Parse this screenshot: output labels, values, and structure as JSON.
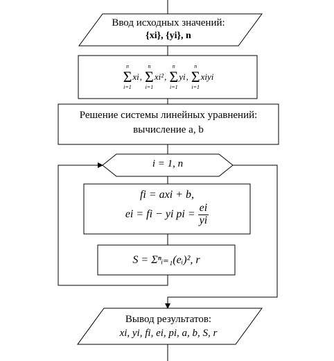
{
  "input_block": {
    "line1": "Ввод исходных значений:",
    "line2": "{xi}, {yi}, n"
  },
  "sums_block": {
    "items": [
      {
        "upper": "n",
        "lower": "i=1",
        "term": "xi",
        "sep": ","
      },
      {
        "upper": "n",
        "lower": "i=1",
        "term": "xi²",
        "sep": ","
      },
      {
        "upper": "n",
        "lower": "i=1",
        "term": "yi",
        "sep": ","
      },
      {
        "upper": "n",
        "lower": "i=1",
        "term": "xiyi",
        "sep": ""
      }
    ]
  },
  "solve_block": {
    "line1": "Решение системы линейных уравнений:",
    "line2": "вычисление  a, b"
  },
  "loop_block": {
    "label": "i = 1, n"
  },
  "calc_block": {
    "line1": "fi = axi + b,",
    "line2a": "ei = fi − yi    pi =",
    "frac_num": "ei",
    "frac_den": "yi"
  },
  "sum_block": {
    "formula": "S = Σⁿᵢ₌₁(eᵢ)², r"
  },
  "output_block": {
    "line1": "Вывод результатов:",
    "line2": "xi, yi, fi, ei, pi, a, b, S, r"
  }
}
